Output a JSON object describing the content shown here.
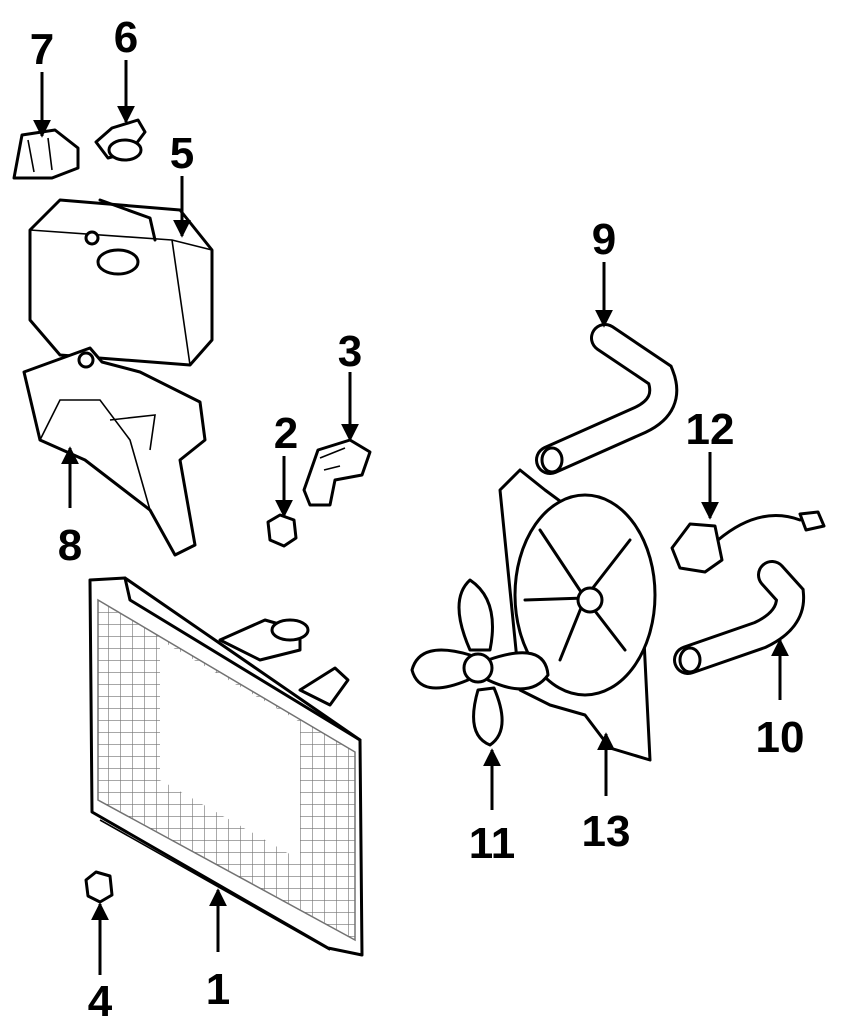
{
  "diagram": {
    "callouts": [
      {
        "id": "1",
        "text": "1"
      },
      {
        "id": "2",
        "text": "2"
      },
      {
        "id": "3",
        "text": "3"
      },
      {
        "id": "4",
        "text": "4"
      },
      {
        "id": "5",
        "text": "5"
      },
      {
        "id": "6",
        "text": "6"
      },
      {
        "id": "7",
        "text": "7"
      },
      {
        "id": "8",
        "text": "8"
      },
      {
        "id": "9",
        "text": "9"
      },
      {
        "id": "10",
        "text": "10"
      },
      {
        "id": "11",
        "text": "11"
      },
      {
        "id": "12",
        "text": "12"
      },
      {
        "id": "13",
        "text": "13"
      }
    ]
  }
}
